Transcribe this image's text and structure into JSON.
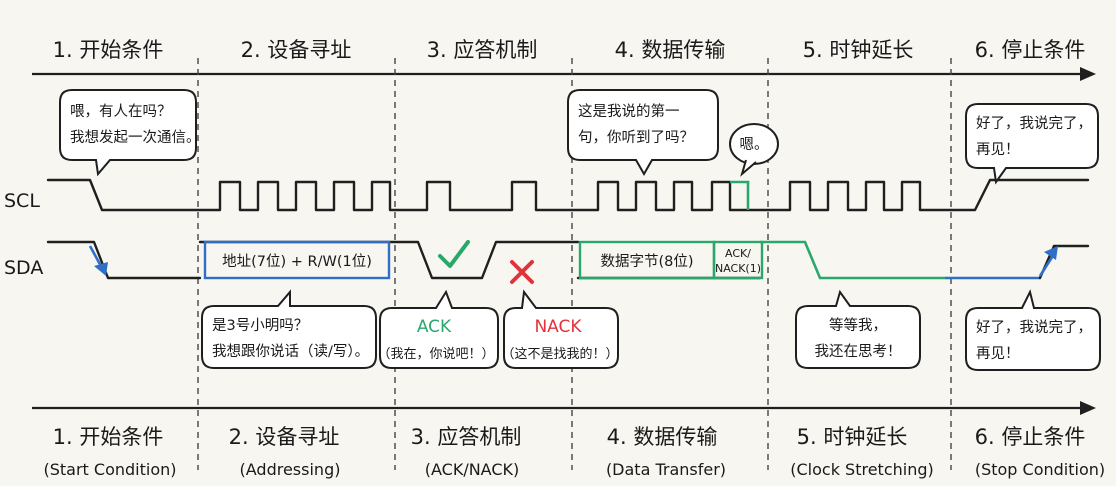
{
  "colors": {
    "background": "#f7f6f1",
    "line": "#1f1f1f",
    "blue": "#2f6fc6",
    "green": "#2aa86b",
    "red": "#e2333d",
    "ack_text": "#2aa86b",
    "nack_text": "#e2333d"
  },
  "header": {
    "phases": [
      "1. 开始条件",
      "2. 设备寻址",
      "3. 应答机制",
      "4. 数据传输",
      "5. 时钟延长",
      "6. 停止条件"
    ]
  },
  "footer": {
    "phases": [
      {
        "title": "1. 开始条件",
        "subtitle": "(Start Condition)"
      },
      {
        "title": "2. 设备寻址",
        "subtitle": "(Addressing)"
      },
      {
        "title": "3. 应答机制",
        "subtitle": "(ACK/NACK)"
      },
      {
        "title": "4. 数据传输",
        "subtitle": "(Data Transfer)"
      },
      {
        "title": "5. 时钟延长",
        "subtitle": "(Clock Stretching)"
      },
      {
        "title": "6. 停止条件",
        "subtitle": "(Stop Condition)"
      }
    ]
  },
  "signals": {
    "scl": "SCL",
    "sda": "SDA"
  },
  "bubbles": {
    "start": {
      "line1": "喂，有人在吗？",
      "line2": "我想发起一次通信。"
    },
    "data": {
      "line1": "这是我说的第一",
      "line2": "句，你听到了吗？"
    },
    "ack_small": {
      "line1": "嗯。"
    },
    "stop_top": {
      "line1": "好了，我说完了，",
      "line2": "再见！"
    },
    "address": {
      "line1": "是3号小明吗？",
      "line2": "我想跟你说话（读/写）。"
    },
    "ack": {
      "title": "ACK",
      "line2": "（我在，你说吧！）"
    },
    "nack": {
      "title": "NACK",
      "line2": "（这不是找我的！）"
    },
    "stretch": {
      "line1": "等等我，",
      "line2": "我还在思考！"
    },
    "stop_bottom": {
      "line1": "好了，我说完了，",
      "line2": "再见！"
    }
  },
  "boxes": {
    "address": "地址(7位) + R/W(1位)",
    "data": "数据字节(8位)",
    "acknack_line1": "ACK/",
    "acknack_line2": "NACK(1)"
  },
  "icons": {
    "check": "check-mark-icon",
    "cross": "cross-mark-icon",
    "arrow_start": "down-arrow-icon",
    "arrow_stop": "up-arrow-icon"
  }
}
